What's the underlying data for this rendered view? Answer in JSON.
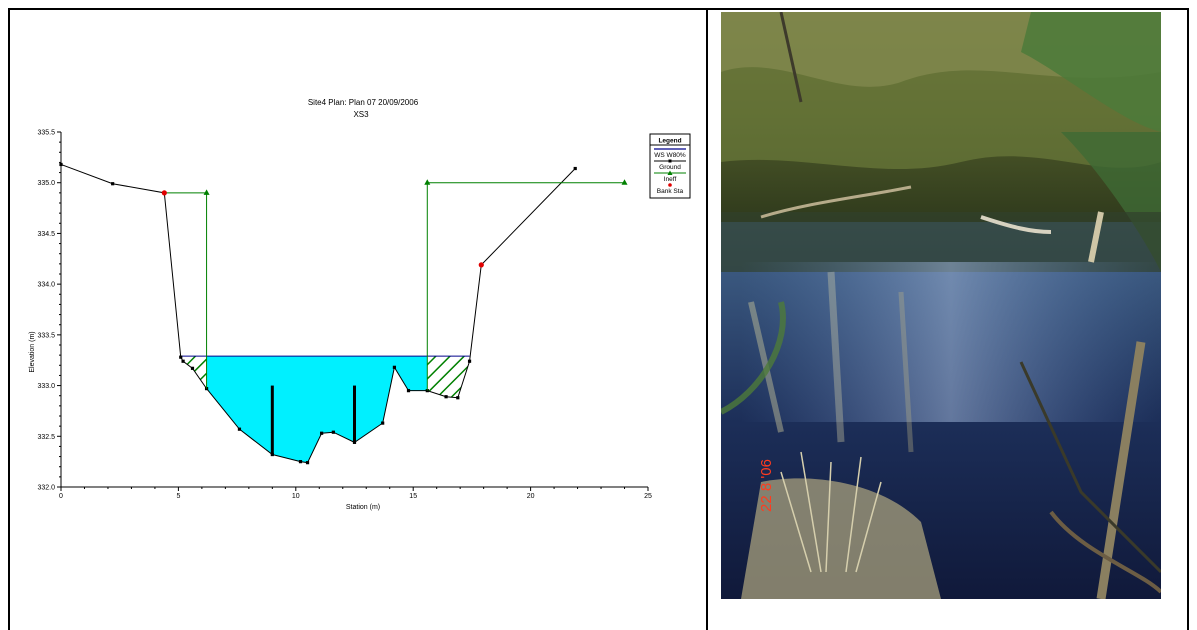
{
  "chart_data": {
    "type": "line",
    "title": "Site4      Plan: Plan 07    20/09/2006",
    "subtitle": "XS3",
    "xlabel": "Station (m)",
    "ylabel": "Elevation (m)",
    "xlim": [
      0,
      25
    ],
    "ylim": [
      332.0,
      335.5
    ],
    "xticks": [
      "0",
      "5",
      "10",
      "15",
      "20",
      "25"
    ],
    "yticks": [
      "332.0",
      "332.5",
      "333.0",
      "333.5",
      "334.0",
      "334.5",
      "335.0",
      "335.5"
    ],
    "legend": {
      "title": "Legend",
      "entries": [
        "WS W80%",
        "Ground",
        "Ineff",
        "Bank Sta"
      ]
    },
    "series": [
      {
        "name": "Ground",
        "x": [
          0,
          2.2,
          4.4,
          5.1,
          5.2,
          5.6,
          6.2,
          7.6,
          9.0,
          10.2,
          10.5,
          11.1,
          11.6,
          12.5,
          13.7,
          14.2,
          14.8,
          15.6,
          16.4,
          16.9,
          17.4,
          17.9,
          21.9
        ],
        "y": [
          335.18,
          334.99,
          334.9,
          333.28,
          333.24,
          333.17,
          332.97,
          332.57,
          332.32,
          332.25,
          332.24,
          332.53,
          332.54,
          332.44,
          332.63,
          333.18,
          332.95,
          332.95,
          332.89,
          332.88,
          333.24,
          334.19,
          335.14
        ]
      },
      {
        "name": "WS W80%",
        "x": [
          5.1,
          17.4
        ],
        "y": [
          333.29,
          333.29
        ]
      },
      {
        "name": "Ineff",
        "segments": [
          {
            "x": [
              4.4,
              6.2,
              6.2
            ],
            "y": [
              334.9,
              334.9,
              332.97
            ]
          },
          {
            "x": [
              15.6,
              15.6,
              24.0
            ],
            "y": [
              332.95,
              335.0,
              335.0
            ]
          }
        ]
      },
      {
        "name": "Bank Sta",
        "x": [
          4.4,
          17.9
        ],
        "y": [
          334.9,
          334.19
        ]
      }
    ],
    "piers": [
      {
        "x": 9.0,
        "top": 333.0,
        "bottom": 332.32
      },
      {
        "x": 12.5,
        "top": 333.0,
        "bottom": 332.44
      }
    ],
    "colors": {
      "water": "#00f0ff",
      "ground": "#000000",
      "ineff": "#008000",
      "bank": "#e00000",
      "ws": "#00008b"
    }
  },
  "photo": {
    "date_stamp": "22 8 '06"
  }
}
